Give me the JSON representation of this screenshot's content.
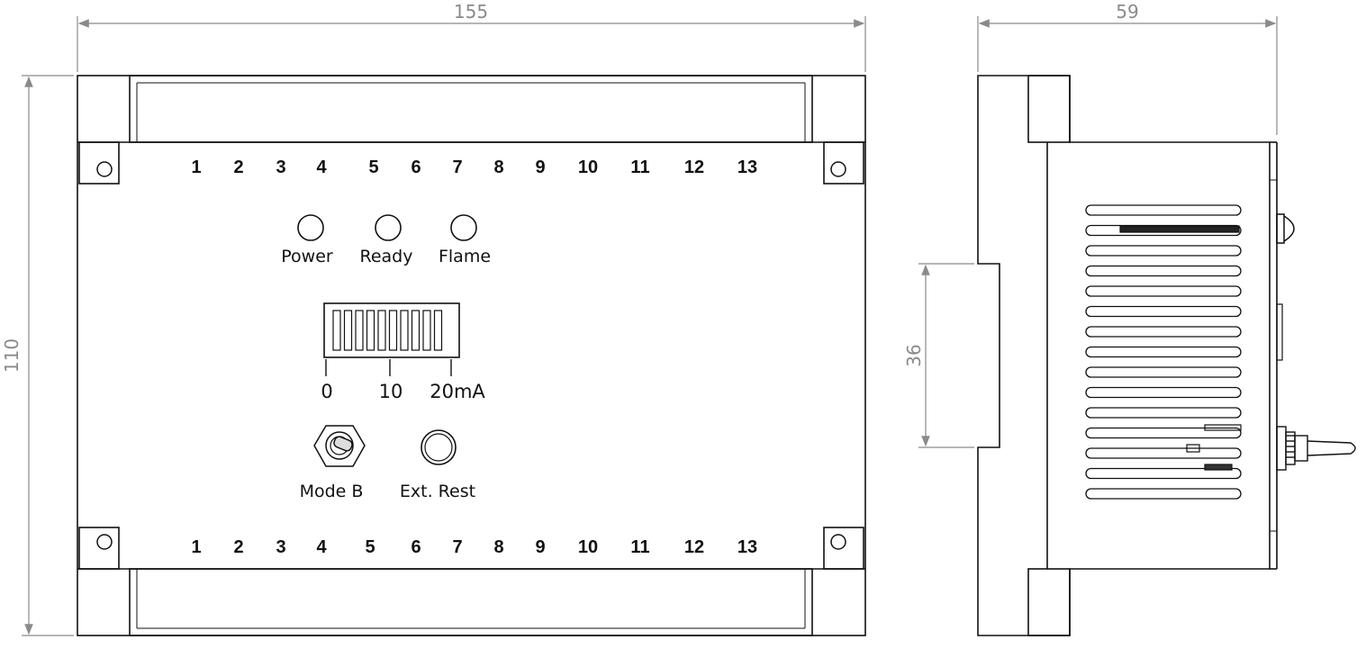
{
  "dimensions": {
    "front_width": "155",
    "front_height": "110",
    "side_width": "59",
    "rail_height": "36"
  },
  "terminals": {
    "top": [
      "1",
      "2",
      "3",
      "4",
      "5",
      "6",
      "7",
      "8",
      "9",
      "10",
      "11",
      "12",
      "13"
    ],
    "bottom": [
      "1",
      "2",
      "3",
      "4",
      "5",
      "6",
      "7",
      "8",
      "9",
      "10",
      "11",
      "12",
      "13"
    ]
  },
  "indicators": {
    "power": "Power",
    "ready": "Ready",
    "flame": "Flame"
  },
  "bargraph": {
    "scale_0": "0",
    "scale_10": "10",
    "scale_20": "20mA"
  },
  "controls": {
    "mode_switch": "Mode B",
    "reset_button": "Ext. Rest"
  },
  "colors": {
    "line": "#111111",
    "dimension": "#8a8a8a"
  }
}
